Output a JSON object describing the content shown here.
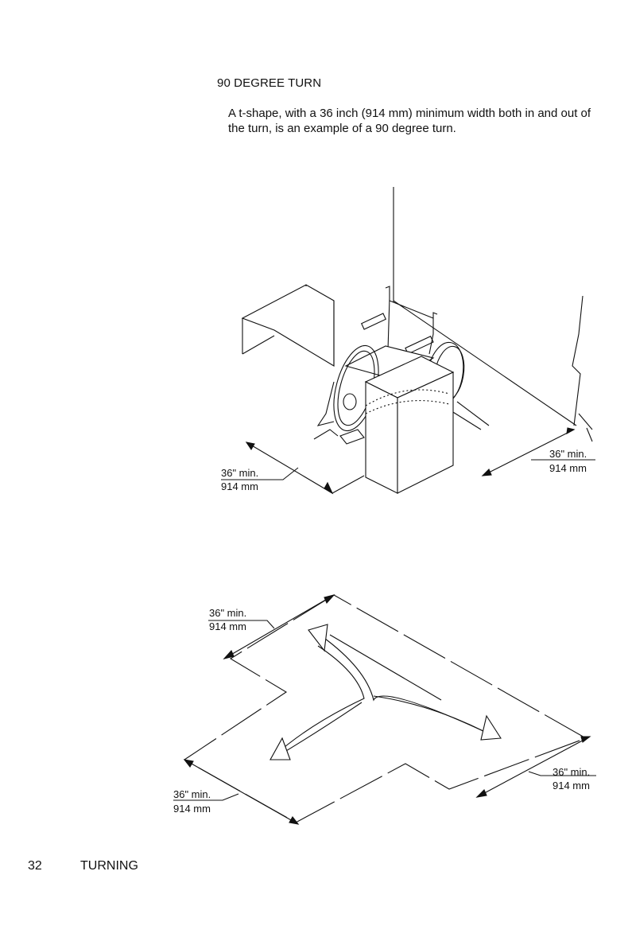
{
  "heading": "90 DEGREE TURN",
  "body": "A t-shape, with a 36 inch (914 mm) minimum width both in and out of the turn, is an example of a 90 degree turn.",
  "figure1": {
    "dim_left": {
      "imperial": "36\" min.",
      "metric": "914 mm"
    },
    "dim_right": {
      "imperial": "36\" min.",
      "metric": "914 mm"
    }
  },
  "figure2": {
    "dim_top": {
      "imperial": "36\" min.",
      "metric": "914 mm"
    },
    "dim_bottom_left": {
      "imperial": "36\" min.",
      "metric": "914 mm"
    },
    "dim_right": {
      "imperial": "36\" min.",
      "metric": "914 mm"
    }
  },
  "footer": {
    "page_number": "32",
    "section": "TURNING"
  }
}
